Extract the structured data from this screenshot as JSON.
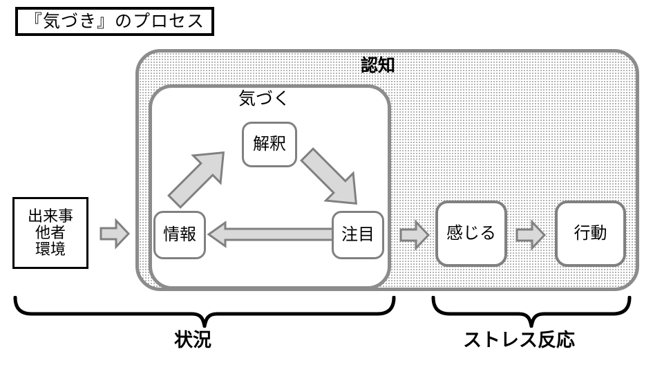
{
  "title": {
    "text": "『気づき』のプロセス"
  },
  "source_box": {
    "lines": [
      "出来事",
      "他者",
      "環境"
    ]
  },
  "panels": {
    "outer": {
      "label": "認知"
    },
    "inner": {
      "label": "気づく"
    }
  },
  "nodes": {
    "interpretation": {
      "label": "解釈"
    },
    "information": {
      "label": "情報"
    },
    "attention": {
      "label": "注目"
    },
    "feel": {
      "label": "感じる"
    },
    "behavior": {
      "label": "行動"
    }
  },
  "arrows": {
    "input": "arrow-right-icon",
    "attention_to_information": "arrow-left-icon",
    "information_to_interpretation": "arrow-diagonal-up-right-icon",
    "interpretation_to_attention": "arrow-diagonal-down-right-icon",
    "cognition_to_feel": "arrow-right-icon",
    "feel_to_behavior": "arrow-right-icon"
  },
  "braces": {
    "left": {
      "label": "状況"
    },
    "right": {
      "label": "ストレス反応"
    }
  },
  "colors": {
    "outline_black": "#000000",
    "panel_border_gray": "#8c8c8c",
    "node_border_gray": "#808080",
    "arrow_fill": "#d9d9d9",
    "arrow_border": "#808080",
    "stipple_dot": "#9a9a9a",
    "background": "#ffffff"
  }
}
